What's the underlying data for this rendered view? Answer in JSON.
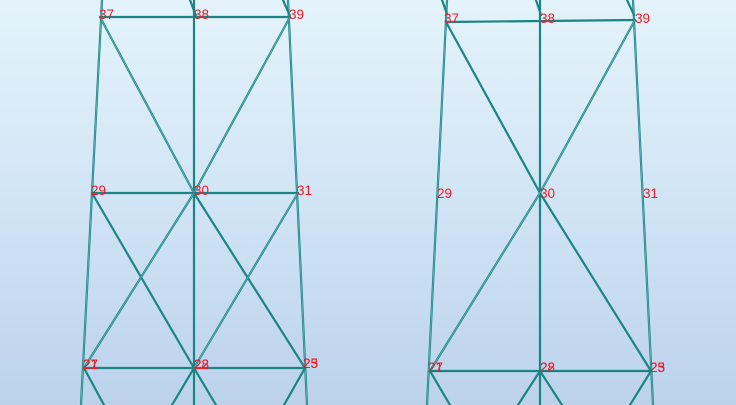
{
  "left_view": {
    "nodes": {
      "n37": "37",
      "n38": "38",
      "n39": "39",
      "n29": "29",
      "n30": "30",
      "n31": "31",
      "n21a": "21",
      "n21b": "27",
      "n22a": "22",
      "n22b": "28",
      "n23a": "23",
      "n23b": "25"
    }
  },
  "right_view": {
    "nodes": {
      "n37": "37",
      "n38": "38",
      "n39": "39",
      "n29": "29",
      "n30": "30",
      "n31": "31",
      "n21a": "21",
      "n21b": "27",
      "n22a": "22",
      "n22b": "28",
      "n23a": "23",
      "n23b": "25"
    }
  },
  "colors": {
    "member": "#1b8585",
    "node_label": "#ee1b24",
    "background_top": "#e4f3fb",
    "background_bottom": "#bcd2ec"
  }
}
